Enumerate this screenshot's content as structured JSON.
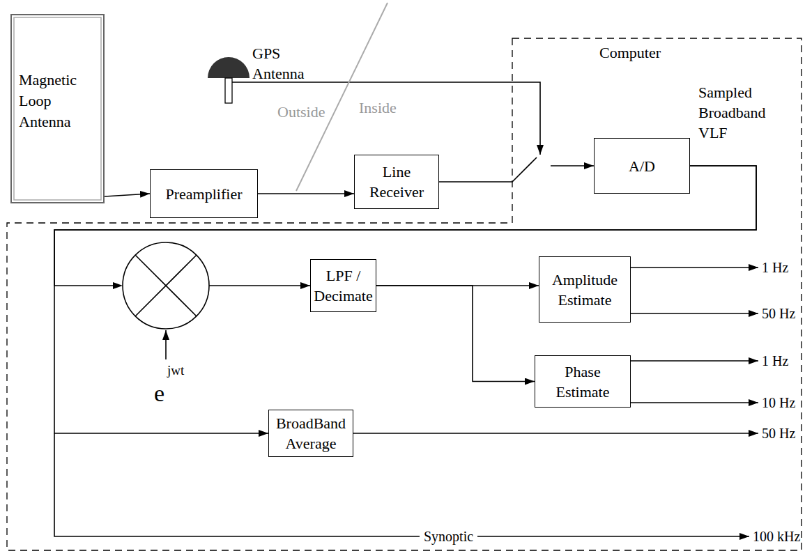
{
  "diagram": {
    "nodes": [
      {
        "text": [
          "Magnetic Loop Antenna"
        ]
      },
      {
        "text": [
          "Computer"
        ]
      },
      {
        "text": [
          "Preamplifier"
        ]
      },
      {
        "text": [
          "Line Receiver"
        ]
      },
      {
        "text": [
          "A/D"
        ],
        "in": 1
      },
      {
        "text": [
          "LPF / Decimate"
        ],
        "in": 1
      },
      {
        "text": [
          "Amplitude Estimate"
        ],
        "in": 1
      },
      {
        "text": [
          "Phase Estimate"
        ],
        "in": 1
      },
      {
        "text": [
          "BroadBand Average"
        ],
        "in": 1
      }
    ],
    "edges": [
      {
        "from": 0,
        "to": 2,
        "arrow": "to"
      },
      {
        "from": 2,
        "to": 3,
        "arrow": "to"
      },
      {
        "from": 3,
        "to": 4,
        "arrow": "to"
      },
      {
        "from": 4,
        "to": 5,
        "arrow": "to"
      },
      {
        "from": 5,
        "to": 6,
        "arrow": "to"
      },
      {
        "from": 5,
        "to": 7,
        "arrow": "to"
      },
      {
        "from": 4,
        "to": 8,
        "arrow": "to"
      }
    ],
    "labels": [
      "GPS Antenna",
      "Outside",
      "Inside",
      "Sampled Broadband VLF",
      "e",
      "jwt",
      "1 Hz",
      "50 Hz",
      "1 Hz",
      "10 Hz",
      "50 Hz",
      "Synoptic",
      "100 kHz"
    ]
  }
}
